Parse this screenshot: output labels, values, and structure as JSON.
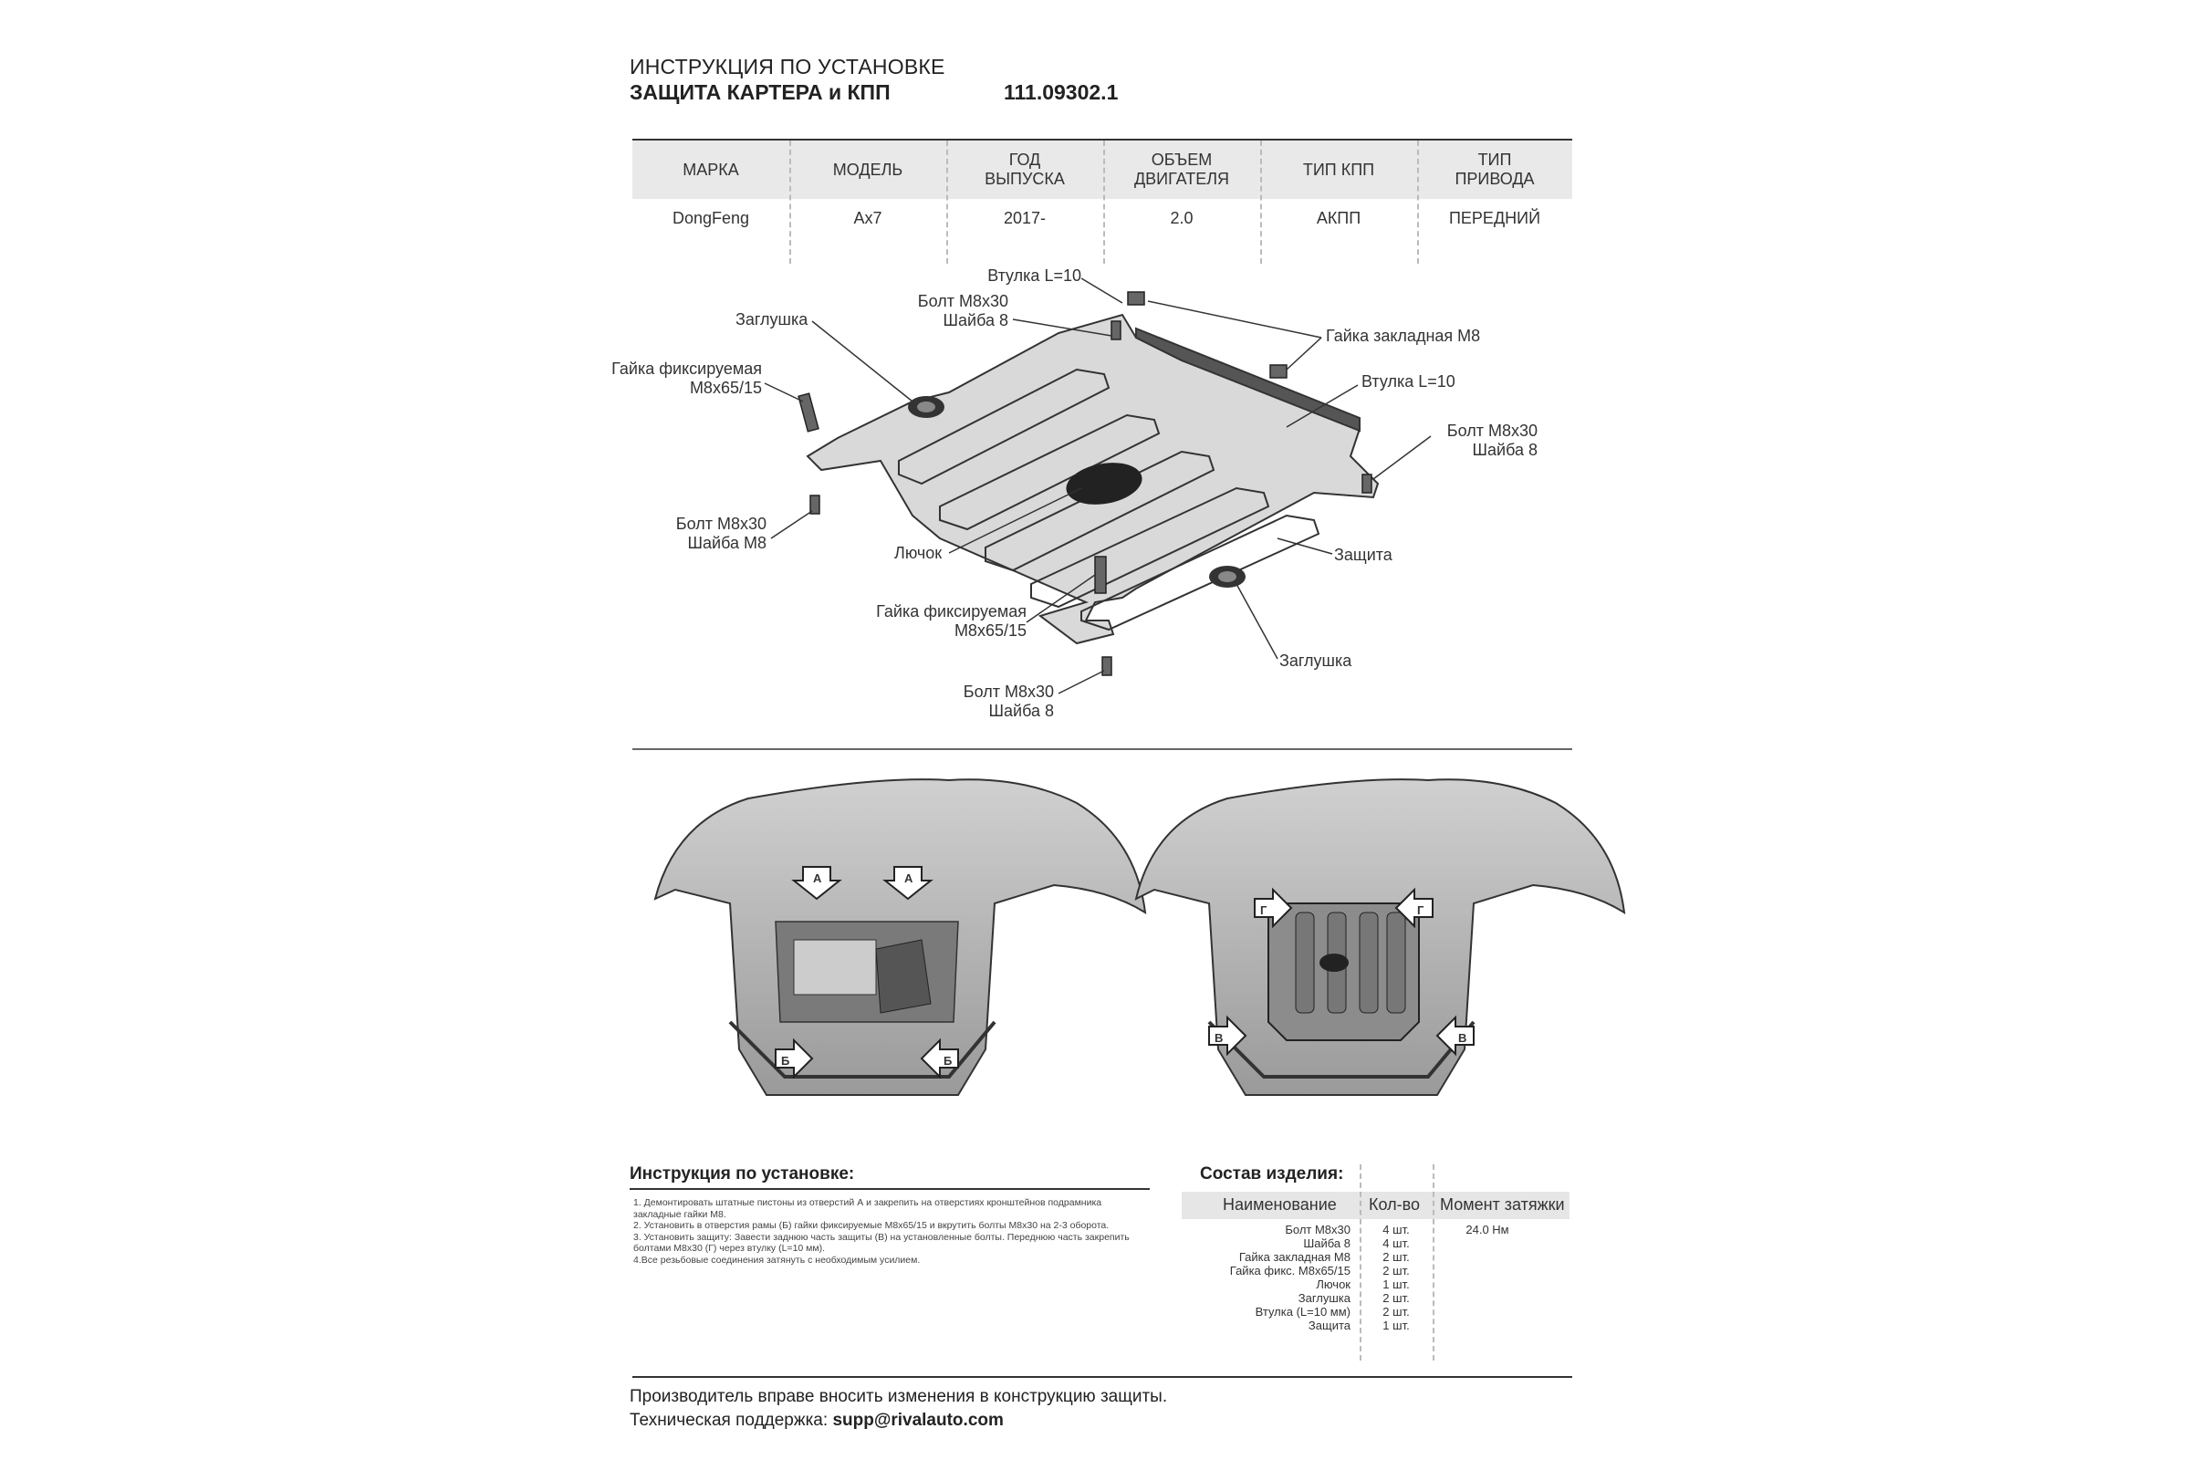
{
  "header": {
    "line1": "ИНСТРУКЦИЯ ПО УСТАНОВКЕ",
    "line2": "ЗАЩИТА КАРТЕРА и КПП",
    "article": "111.09302.1"
  },
  "spec_table": {
    "columns": [
      "МАРКА",
      "МОДЕЛЬ",
      "ГОД\nВЫПУСКА",
      "ОБЪЕМ\nДВИГАТЕЛЯ",
      "ТИП КПП",
      "ТИП\nПРИВОДА"
    ],
    "row": [
      "DongFeng",
      "Ax7",
      "2017-",
      "2.0",
      "АКПП",
      "ПЕРЕДНИЙ"
    ]
  },
  "diagram_labels": {
    "vtulka_top": "Втулка L=10",
    "bolt_top": "Болт М8х30\nШайба 8",
    "zaglushka_left": "Заглушка",
    "gaika_fix_left": "Гайка фиксируемая\nМ8х65/15",
    "gaika_zaklad": "Гайка закладная М8",
    "vtulka_right": "Втулка L=10",
    "bolt_right": "Болт М8х30\nШайба 8",
    "bolt_left": "Болт М8х30\nШайба М8",
    "luchok": "Лючок",
    "zashita": "Защита",
    "gaika_fix_bottom": "Гайка фиксируемая\nМ8х65/15",
    "zaglushka_bottom": "Заглушка",
    "bolt_bottom": "Болт М8х30\nШайба 8"
  },
  "photo_markers": {
    "a": "А",
    "b": "Б",
    "v": "В",
    "g": "Г"
  },
  "instructions": {
    "title": "Инструкция по установке:",
    "steps": [
      "1. Демонтировать штатные пистоны из отверстий А и закрепить на отверстиях кронштейнов подрамника закладные гайки М8.",
      "2. Установить в отверстия рамы (Б) гайки фиксируемые М8х65/15 и вкрутить болты М8х30 на 2-3 оборота.",
      "3. Установить защиту: Завести заднюю часть защиты (В) на установленные болты. Переднюю часть закрепить болтами М8х30 (Г) через втулку (L=10 мм).",
      "4.Все резьбовые соединения затянуть с необходимым усилием."
    ]
  },
  "composition": {
    "title": "Состав изделия:",
    "headers": [
      "Наименование",
      "Кол-во",
      "Момент затяжки"
    ],
    "rows": [
      {
        "name": "Болт М8х30",
        "qty": "4 шт.",
        "torque": "24.0 Нм"
      },
      {
        "name": "Шайба 8",
        "qty": "4 шт.",
        "torque": ""
      },
      {
        "name": "Гайка закладная М8",
        "qty": "2 шт.",
        "torque": ""
      },
      {
        "name": "Гайка фикс. М8х65/15",
        "qty": "2 шт.",
        "torque": ""
      },
      {
        "name": "Лючок",
        "qty": "1 шт.",
        "torque": ""
      },
      {
        "name": "Заглушка",
        "qty": "2 шт.",
        "torque": ""
      },
      {
        "name": "Втулка (L=10 мм)",
        "qty": "2 шт.",
        "torque": ""
      },
      {
        "name": "Защита",
        "qty": "1 шт.",
        "torque": ""
      }
    ]
  },
  "footer": {
    "note": "Производитель вправе вносить изменения в конструкцию защиты.",
    "support_label": "Техническая поддержка:",
    "support_email": "supp@rivalauto.com"
  }
}
